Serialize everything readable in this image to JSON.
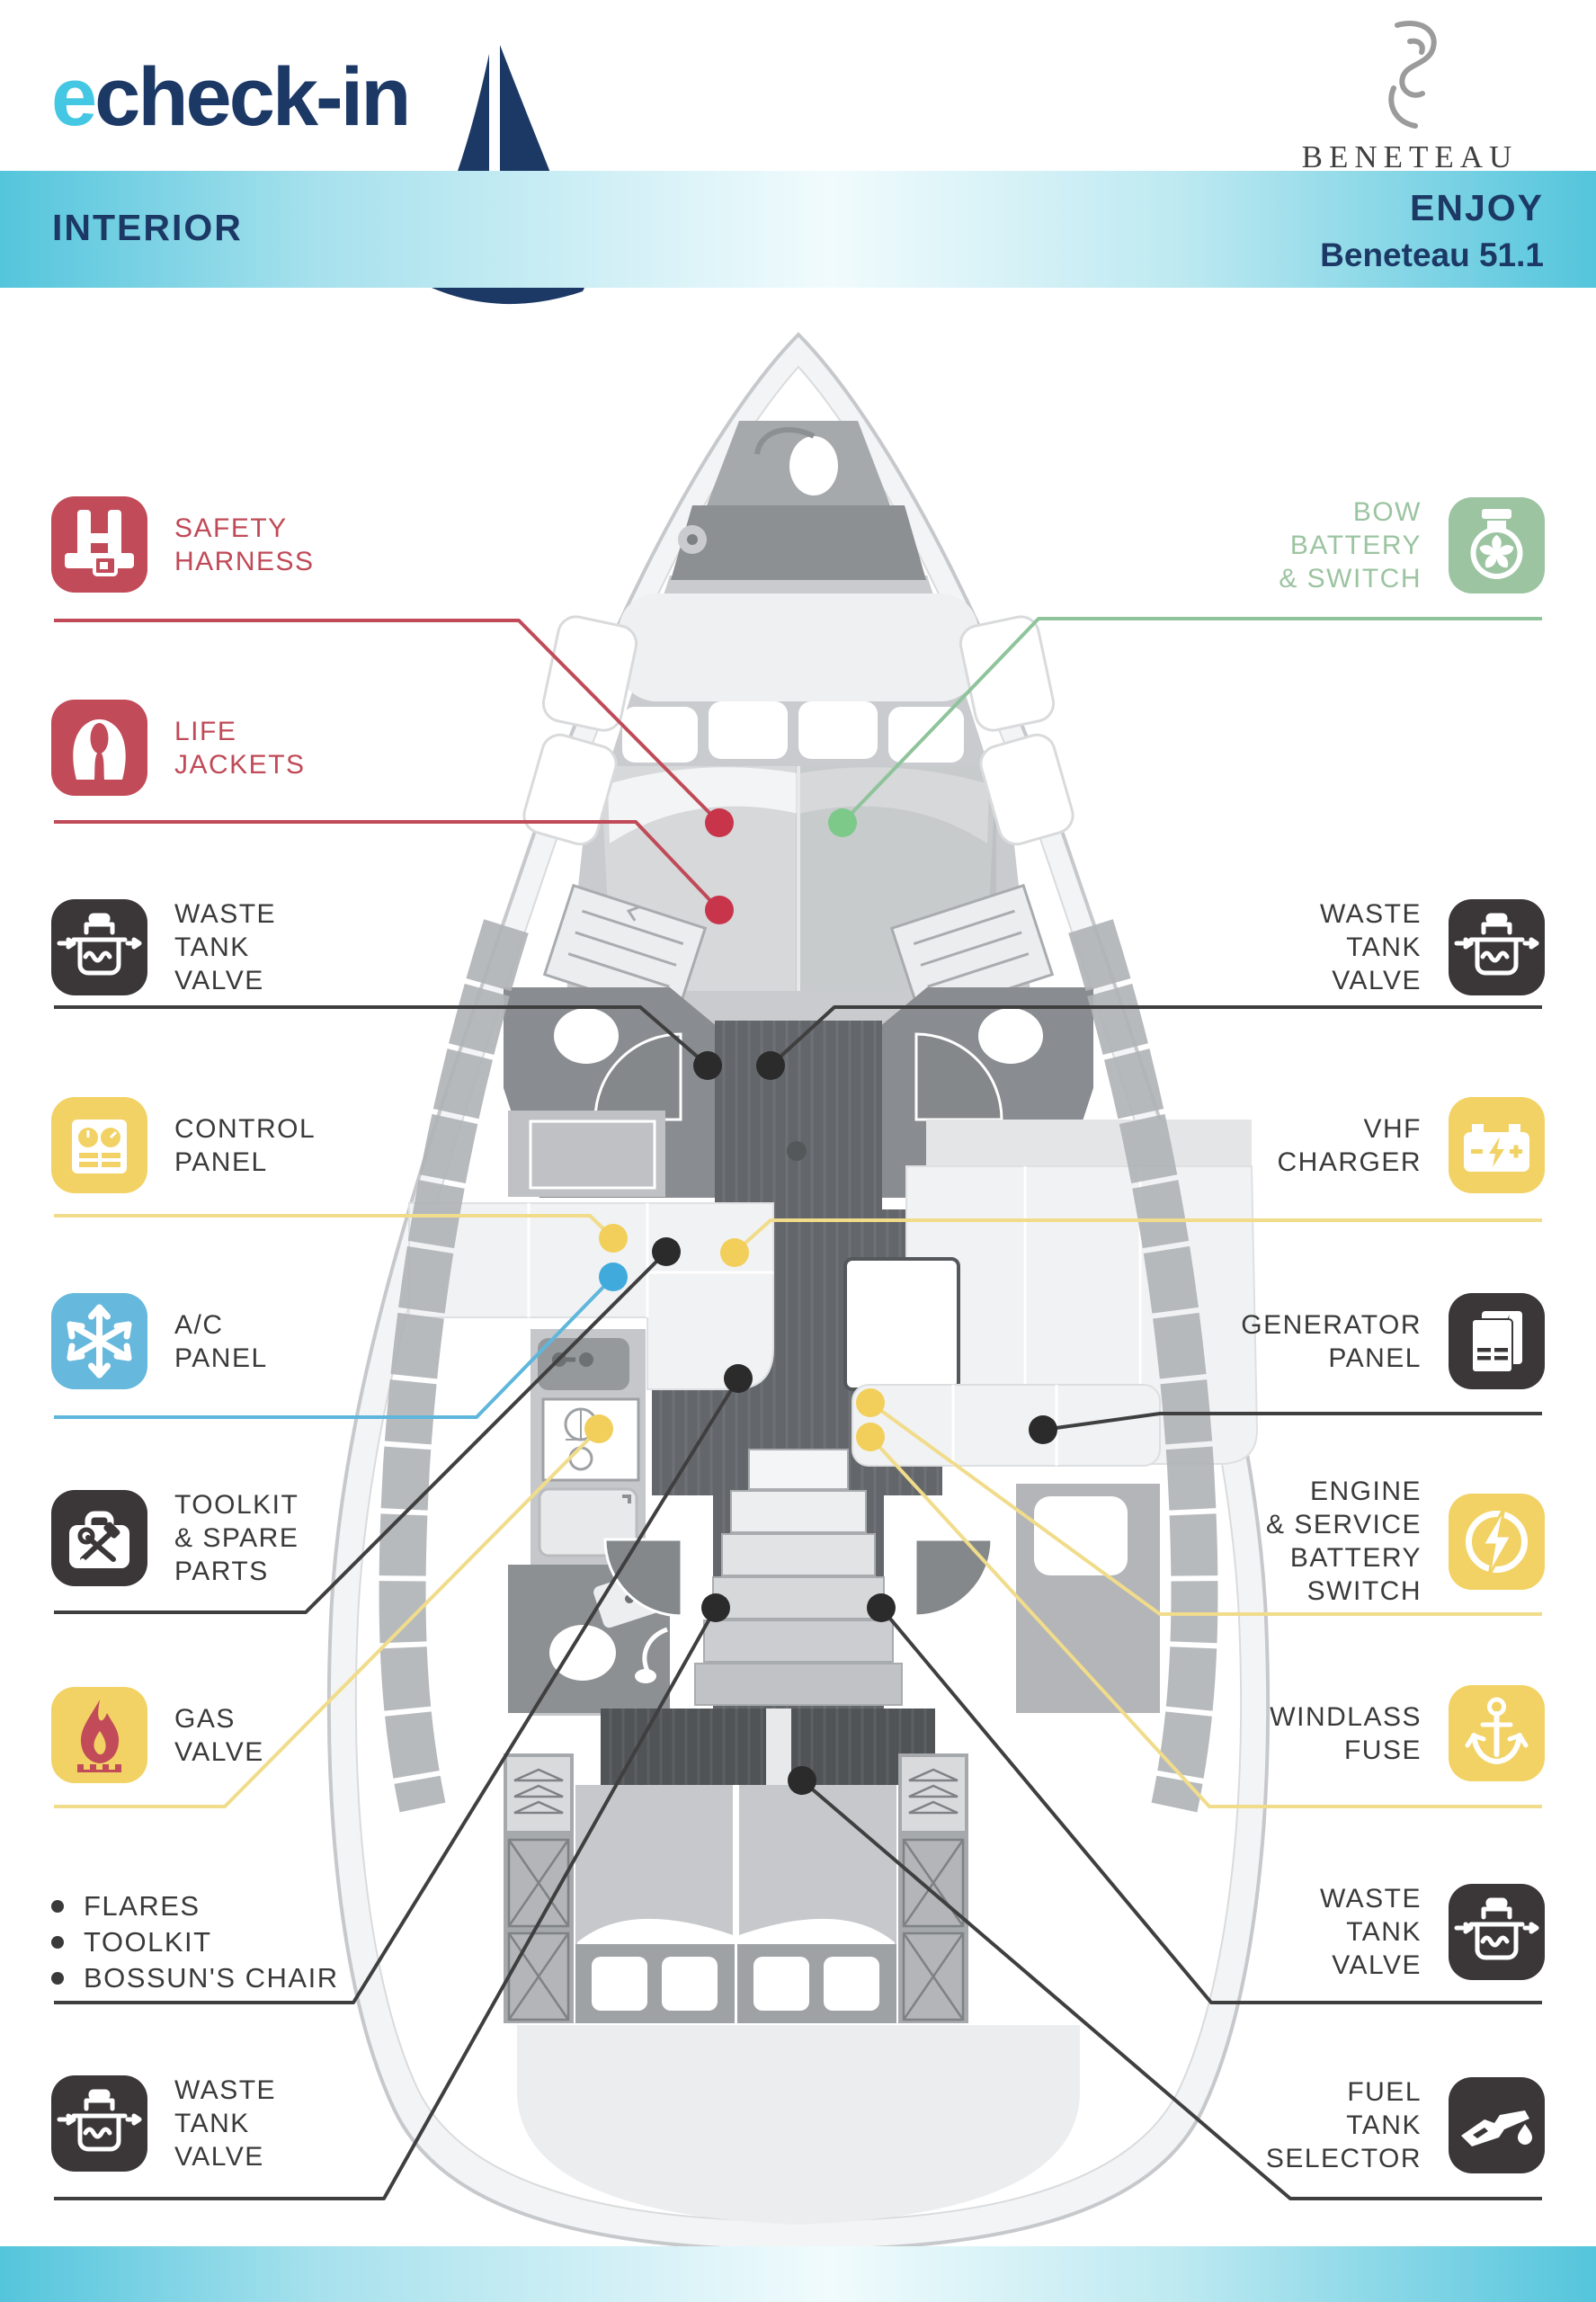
{
  "header": {
    "logo_e": "e",
    "logo_rest": "check-in",
    "brand_name": "BENETEAU"
  },
  "banner": {
    "left": "INTERIOR",
    "right_line1": "ENJOY",
    "right_line2": "Beneteau 51.1"
  },
  "labels": {
    "left": [
      {
        "id": "safety-harness",
        "icon": "harness-icon",
        "color": "red",
        "lines": [
          "SAFETY",
          "HARNESS"
        ]
      },
      {
        "id": "life-jackets",
        "icon": "life-jacket-icon",
        "color": "red",
        "lines": [
          "LIFE",
          "JACKETS"
        ]
      },
      {
        "id": "waste-tank-valve-port-fwd",
        "icon": "waste-tank-icon",
        "color": "dark",
        "lines": [
          "WASTE",
          "TANK",
          "VALVE"
        ]
      },
      {
        "id": "control-panel",
        "icon": "control-panel-icon",
        "color": "yellow",
        "lines": [
          "CONTROL",
          "PANEL"
        ]
      },
      {
        "id": "ac-panel",
        "icon": "snowflake-icon",
        "color": "blue",
        "lines": [
          "A/C",
          "PANEL"
        ]
      },
      {
        "id": "toolkit-spare-parts",
        "icon": "toolkit-icon",
        "color": "dark",
        "lines": [
          "TOOLKIT",
          "& SPARE",
          "PARTS"
        ]
      },
      {
        "id": "gas-valve",
        "icon": "flame-icon",
        "color": "yellow",
        "lines": [
          "GAS",
          "VALVE"
        ]
      },
      {
        "id": "stowage-list",
        "icon": null,
        "color": "dark",
        "bullets": [
          "FLARES",
          "TOOLKIT",
          "BOSSUN'S CHAIR"
        ]
      },
      {
        "id": "waste-tank-valve-port-aft",
        "icon": "waste-tank-icon",
        "color": "dark",
        "lines": [
          "WASTE",
          "TANK",
          "VALVE"
        ]
      }
    ],
    "right": [
      {
        "id": "bow-battery-switch",
        "icon": "bow-thruster-icon",
        "color": "green",
        "lines": [
          "BOW",
          "BATTERY",
          "& SWITCH"
        ]
      },
      {
        "id": "waste-tank-valve-stbd-fwd",
        "icon": "waste-tank-icon",
        "color": "dark",
        "lines": [
          "WASTE",
          "TANK",
          "VALVE"
        ]
      },
      {
        "id": "vhf-charger",
        "icon": "vhf-battery-icon",
        "color": "yellow",
        "lines": [
          "VHF",
          "CHARGER"
        ]
      },
      {
        "id": "generator-panel",
        "icon": "generator-icon",
        "color": "dark",
        "lines": [
          "GENERATOR",
          "PANEL"
        ]
      },
      {
        "id": "engine-service-battery-switch",
        "icon": "lightning-circle-icon",
        "color": "yellow",
        "lines": [
          "ENGINE",
          "& SERVICE",
          "BATTERY",
          "SWITCH"
        ]
      },
      {
        "id": "windlass-fuse",
        "icon": "anchor-icon",
        "color": "yellow",
        "lines": [
          "WINDLASS",
          "FUSE"
        ]
      },
      {
        "id": "waste-tank-valve-stbd-aft",
        "icon": "waste-tank-icon",
        "color": "dark",
        "lines": [
          "WASTE",
          "TANK",
          "VALVE"
        ]
      },
      {
        "id": "fuel-tank-selector",
        "icon": "fuel-nozzle-icon",
        "color": "dark",
        "lines": [
          "FUEL",
          "TANK",
          "SELECTOR"
        ]
      }
    ]
  },
  "colors": {
    "red": "#C14B58",
    "yellow": "#F2D264",
    "blue": "#66B8DC",
    "green": "#9CC4A1",
    "dark": "#3B3738",
    "navy": "#1C3966",
    "cyan": "#44C7E3",
    "banner_teal": "#54C5DC"
  }
}
